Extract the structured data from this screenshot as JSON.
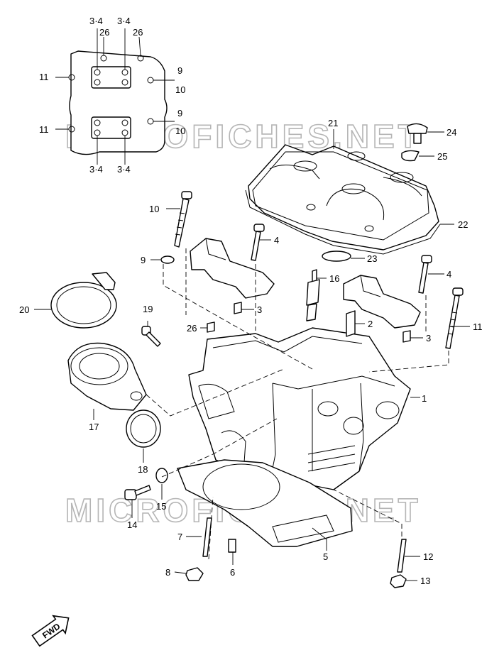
{
  "watermark": "MICROFICHES.NET",
  "fwd_label": "FWD",
  "callouts": {
    "c1": "1",
    "c2": "2",
    "c3a": "3",
    "c3b": "3",
    "c4a": "4",
    "c4b": "4",
    "c5": "5",
    "c6": "6",
    "c7": "7",
    "c8": "8",
    "c9": "9",
    "c10": "10",
    "c11": "11",
    "c12": "12",
    "c13": "13",
    "c14": "14",
    "c15": "15",
    "c16": "16",
    "c17": "17",
    "c18": "18",
    "c19": "19",
    "c20": "20",
    "c21": "21",
    "c22": "22",
    "c23": "23",
    "c24": "24",
    "c25": "25",
    "c26": "26"
  },
  "inset": {
    "top_left_pair": "3·4",
    "top_right_pair": "3·4",
    "top_left_26": "26",
    "top_right_26": "26",
    "left_11_top": "11",
    "left_11_bottom": "11",
    "right_9_top": "9",
    "right_10_top": "10",
    "right_9_bottom": "9",
    "right_10_bottom": "10",
    "bottom_left_pair": "3·4",
    "bottom_right_pair": "3·4"
  }
}
